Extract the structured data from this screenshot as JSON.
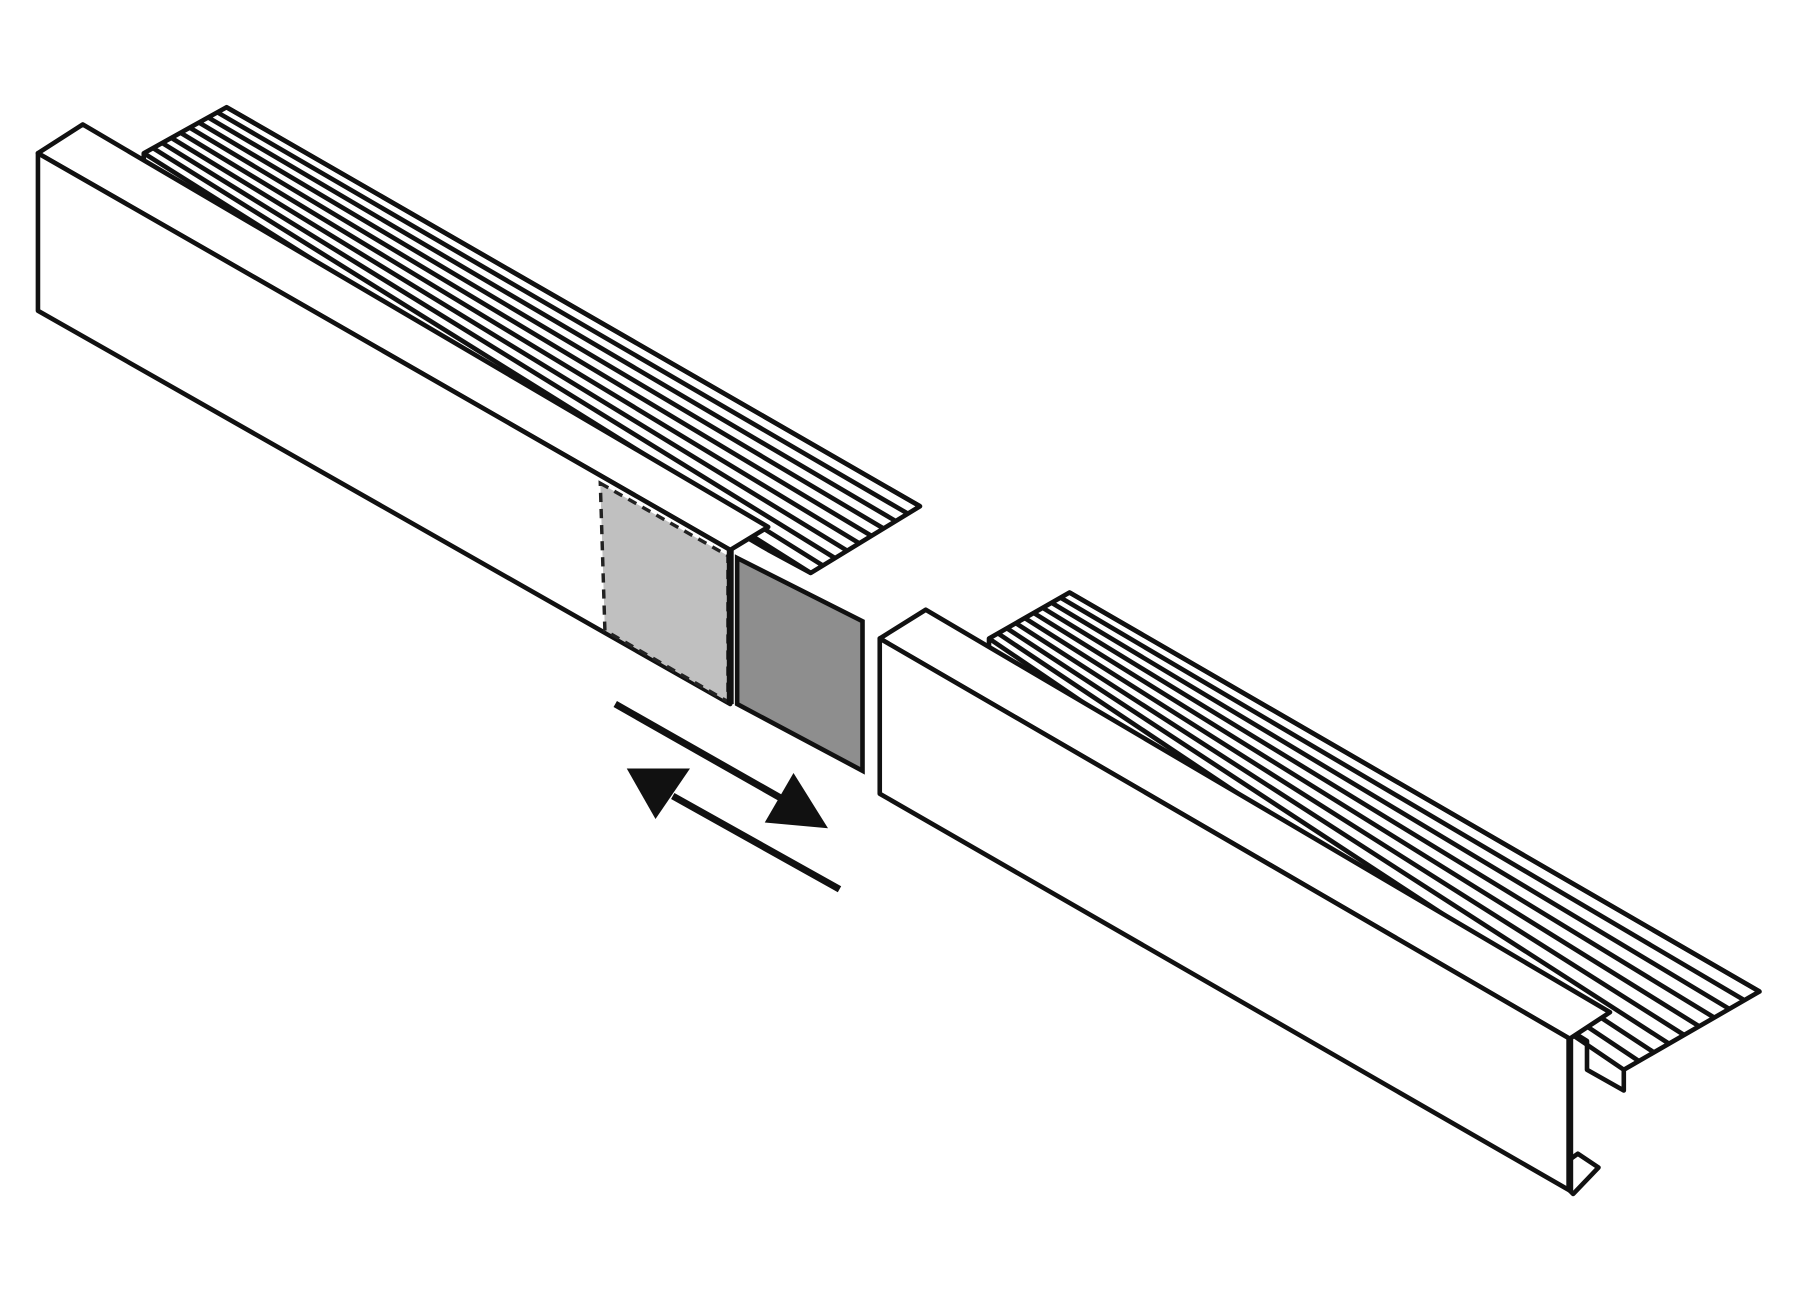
{
  "diagram": {
    "subject": "two-stair-nosing-profiles-with-splice-plate",
    "colors": {
      "line": "#111111",
      "background": "#ffffff",
      "hidden_plate": "#c0c0c0",
      "visible_plate": "#8e8e8e"
    },
    "left_profile_ribs": 9,
    "right_profile_ribs": 9,
    "arrow": "double-direction-slide"
  }
}
